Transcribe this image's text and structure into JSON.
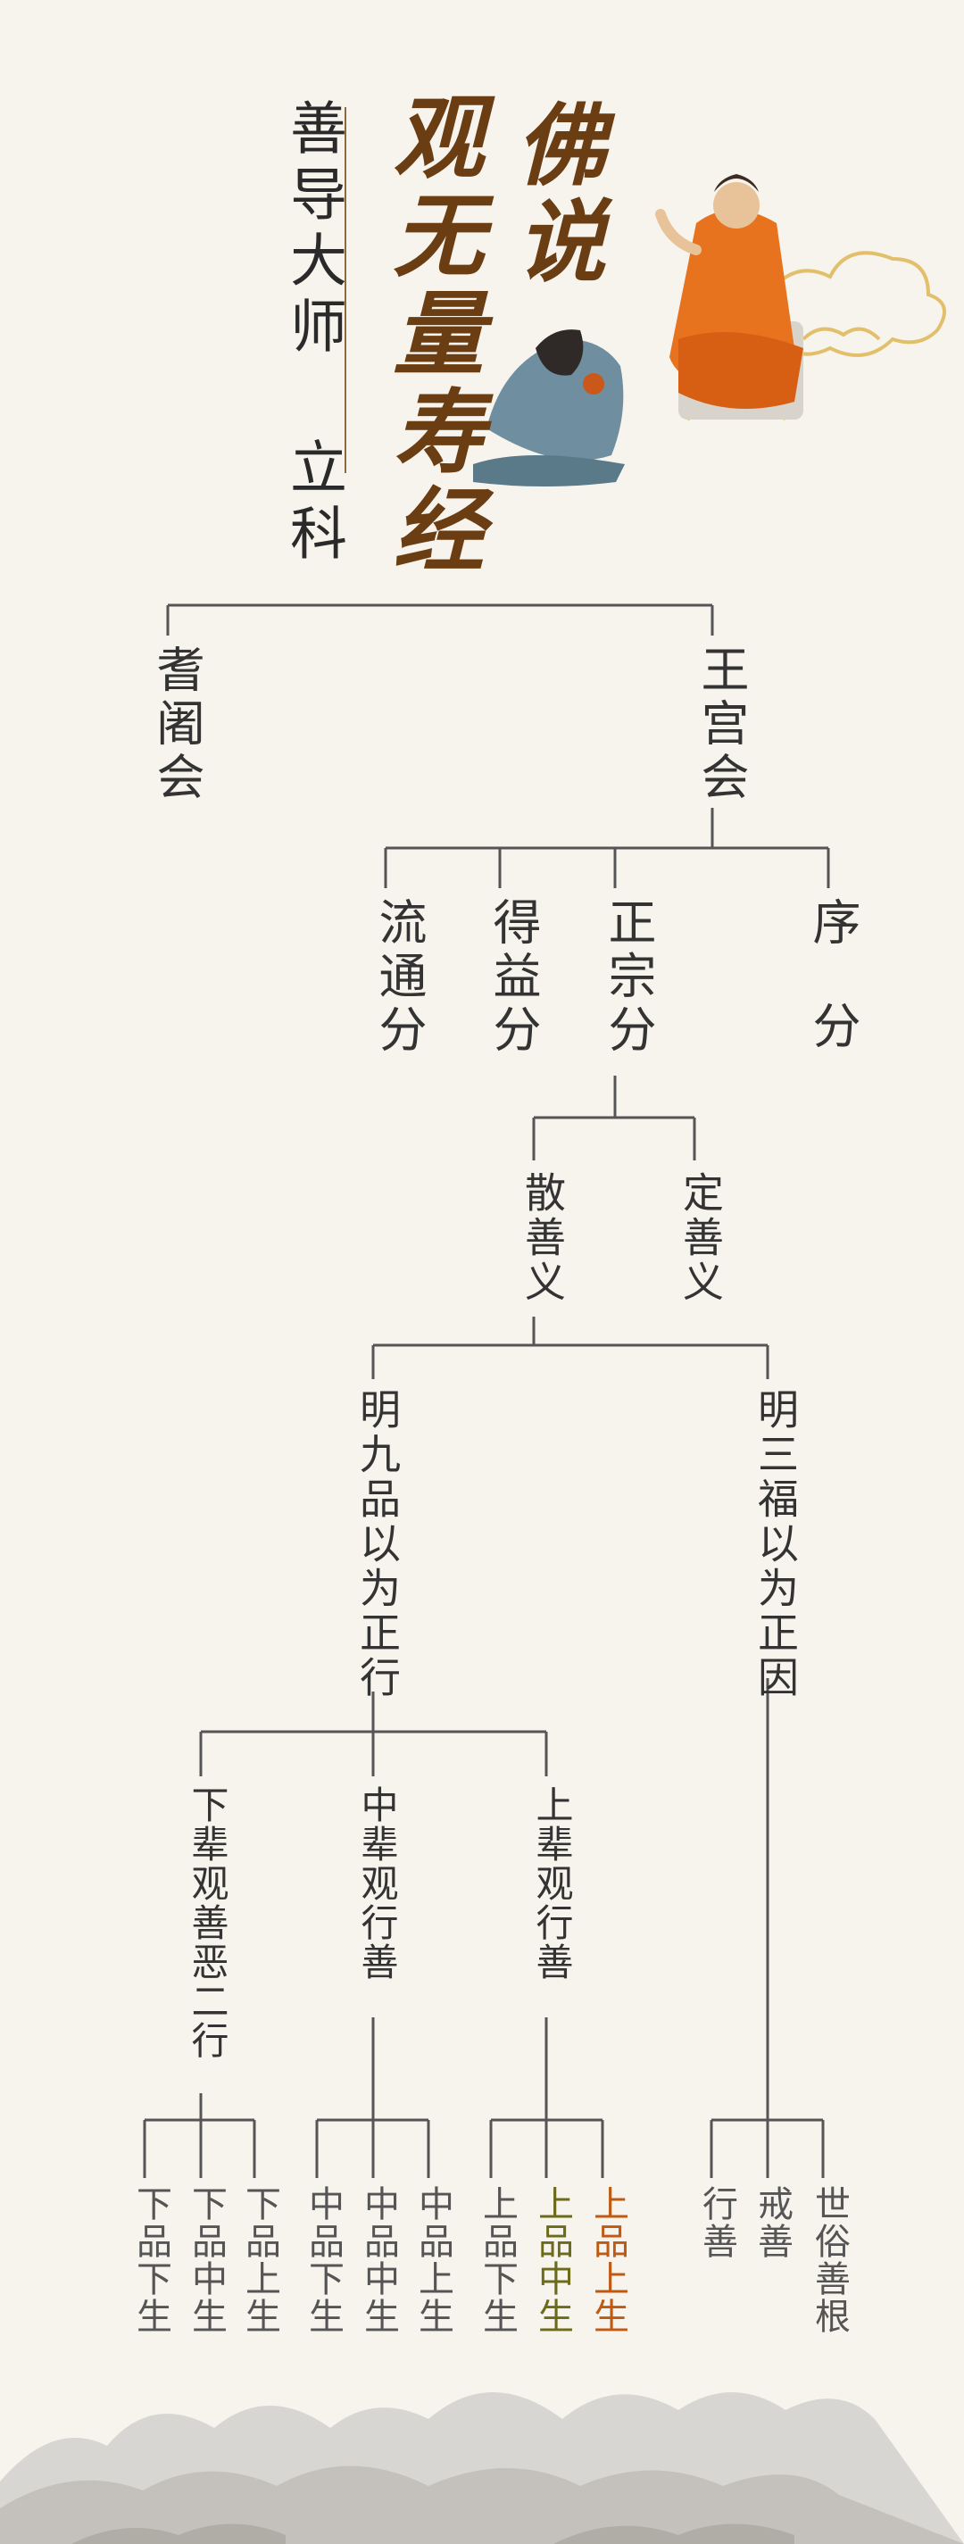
{
  "header": {
    "title_main": "观无量寿经",
    "title_prefix": "佛说",
    "author": "善导大师 立科"
  },
  "colors": {
    "background": "#f7f4ee",
    "line": "#555555",
    "text": "#333333",
    "title": "#6b3d12",
    "highlight_orange": "#c05a12",
    "highlight_olive": "#6b6b1a"
  },
  "tree": {
    "root_left": "耆阇会",
    "root_right": "王宫会",
    "divisions": [
      "流通分",
      "得益分",
      "正宗分",
      "序分"
    ],
    "zhengzong": {
      "san": "散善义",
      "ding": "定善义"
    },
    "san": {
      "left": "明九品以为正行",
      "right": "明三福以为正因"
    },
    "jiupin": {
      "xia": "下辈观善恶二行",
      "zhong": "中辈观行善",
      "shang": "上辈观行善"
    },
    "xia_leaves": [
      "下品下生",
      "下品中生",
      "下品上生"
    ],
    "zhong_leaves": [
      "中品下生",
      "中品中生",
      "中品上生"
    ],
    "shang_leaves": [
      "上品下生",
      "上品中生",
      "上品上生"
    ],
    "sanfu_leaves": [
      "行善",
      "戒善",
      "世俗善根"
    ]
  }
}
